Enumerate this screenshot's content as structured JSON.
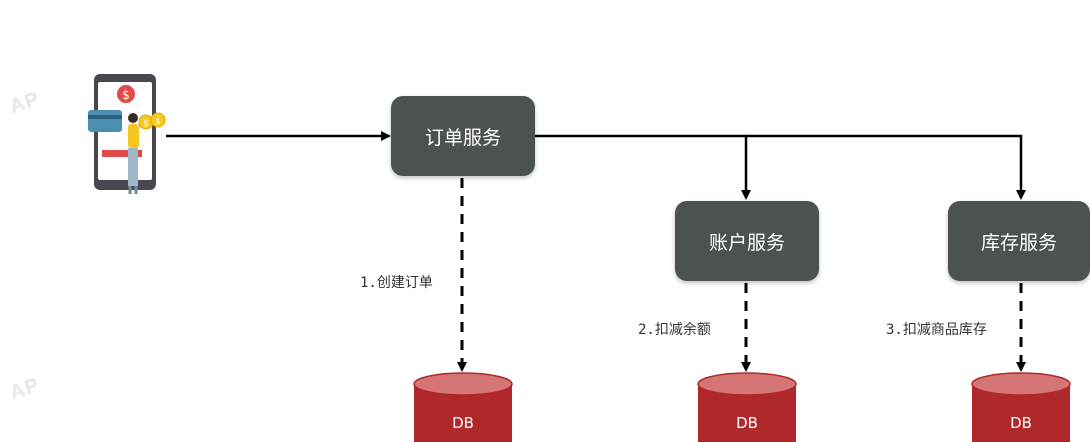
{
  "watermarks": [
    "AP",
    "AP"
  ],
  "services": {
    "order": "订单服务",
    "account": "账户服务",
    "storage": "库存服务"
  },
  "steps": {
    "create_order": "1.创建订单",
    "deduct_balance": "2.扣减余额",
    "deduct_stock": "3.扣减商品库存"
  },
  "databases": {
    "order_db": "DB",
    "account_db": "DB",
    "storage_db": "DB"
  },
  "client": {
    "coin_symbol": "$"
  },
  "colors": {
    "service_box": "#4b5251",
    "db_body": "#b0292a",
    "db_top": "#d57575",
    "line": "#000000",
    "accent_red": "#e24a4a",
    "accent_yellow": "#f6c623"
  }
}
